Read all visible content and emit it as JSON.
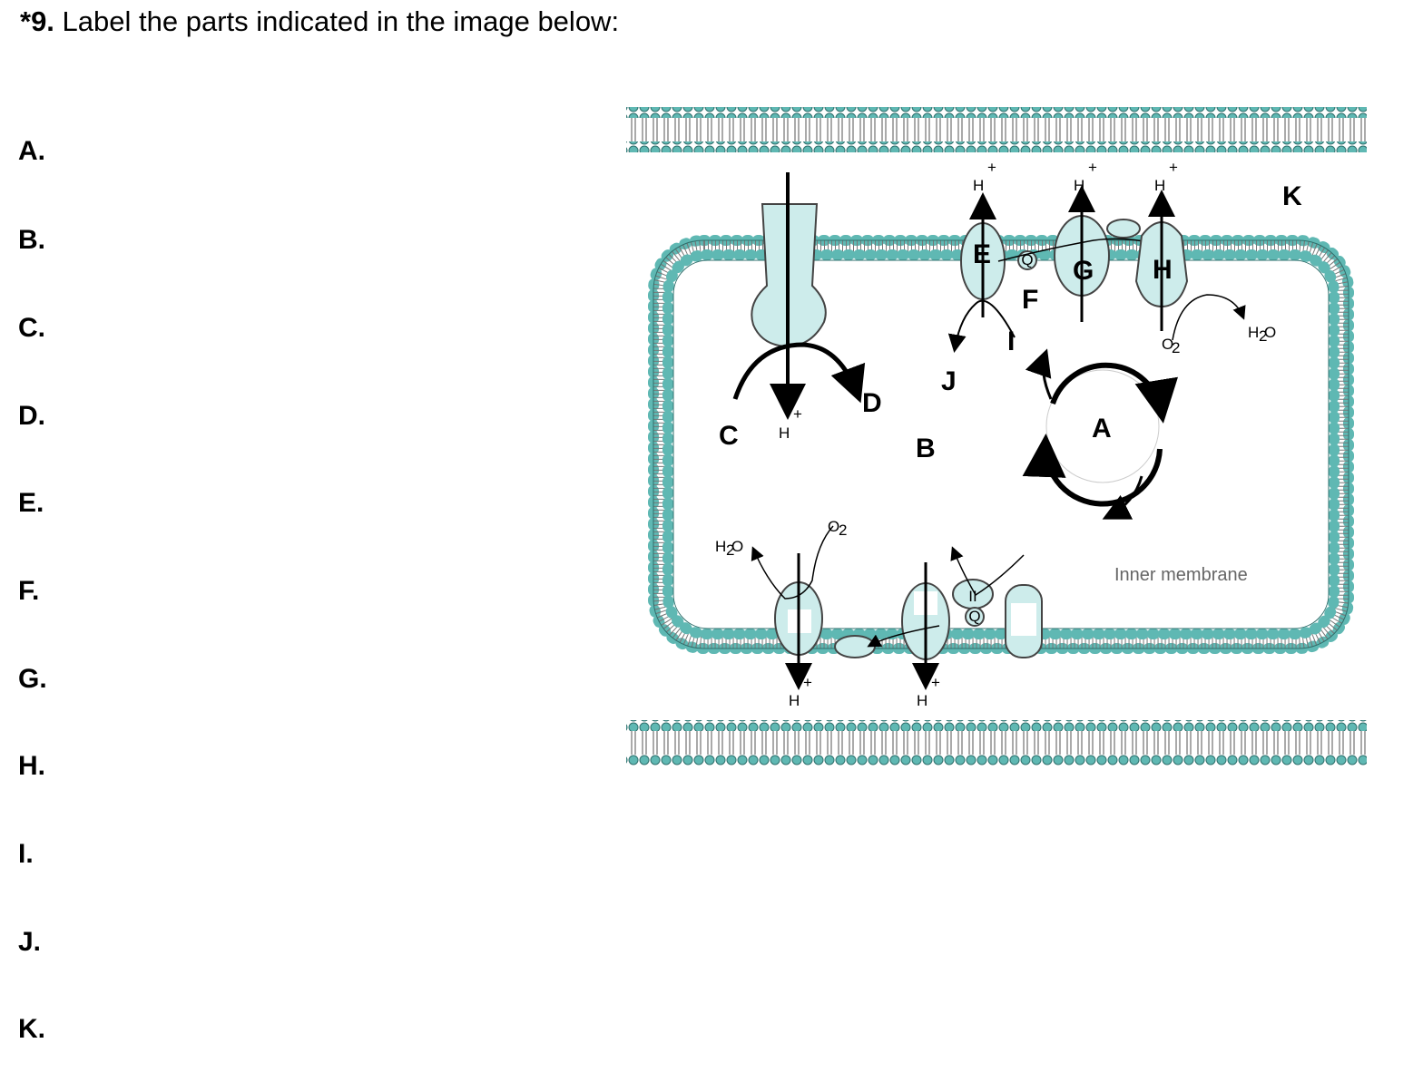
{
  "question": {
    "number": "*9.",
    "text": "Label the parts indicated in the image below:"
  },
  "answers": [
    "A.",
    "B.",
    "C.",
    "D.",
    "E.",
    "F.",
    "G.",
    "H.",
    "I.",
    "J.",
    "K."
  ],
  "diagram": {
    "letters": {
      "A": "A",
      "B": "B",
      "C": "C",
      "D": "D",
      "E": "E",
      "F": "F",
      "G": "G",
      "H": "H",
      "I": "I",
      "J": "J",
      "K": "K"
    },
    "hplus": "H",
    "plus": "+",
    "water_top": "H",
    "water_sub": "2",
    "water_o": "O",
    "oxygen": "O",
    "oxygen_sub": "2",
    "q": "Q",
    "complex_II": "II",
    "inner_membrane": "Inner membrane",
    "colors": {
      "membrane_head": "#5fb8b3",
      "protein_fill": "#cdeceb",
      "stroke": "#333333"
    }
  }
}
